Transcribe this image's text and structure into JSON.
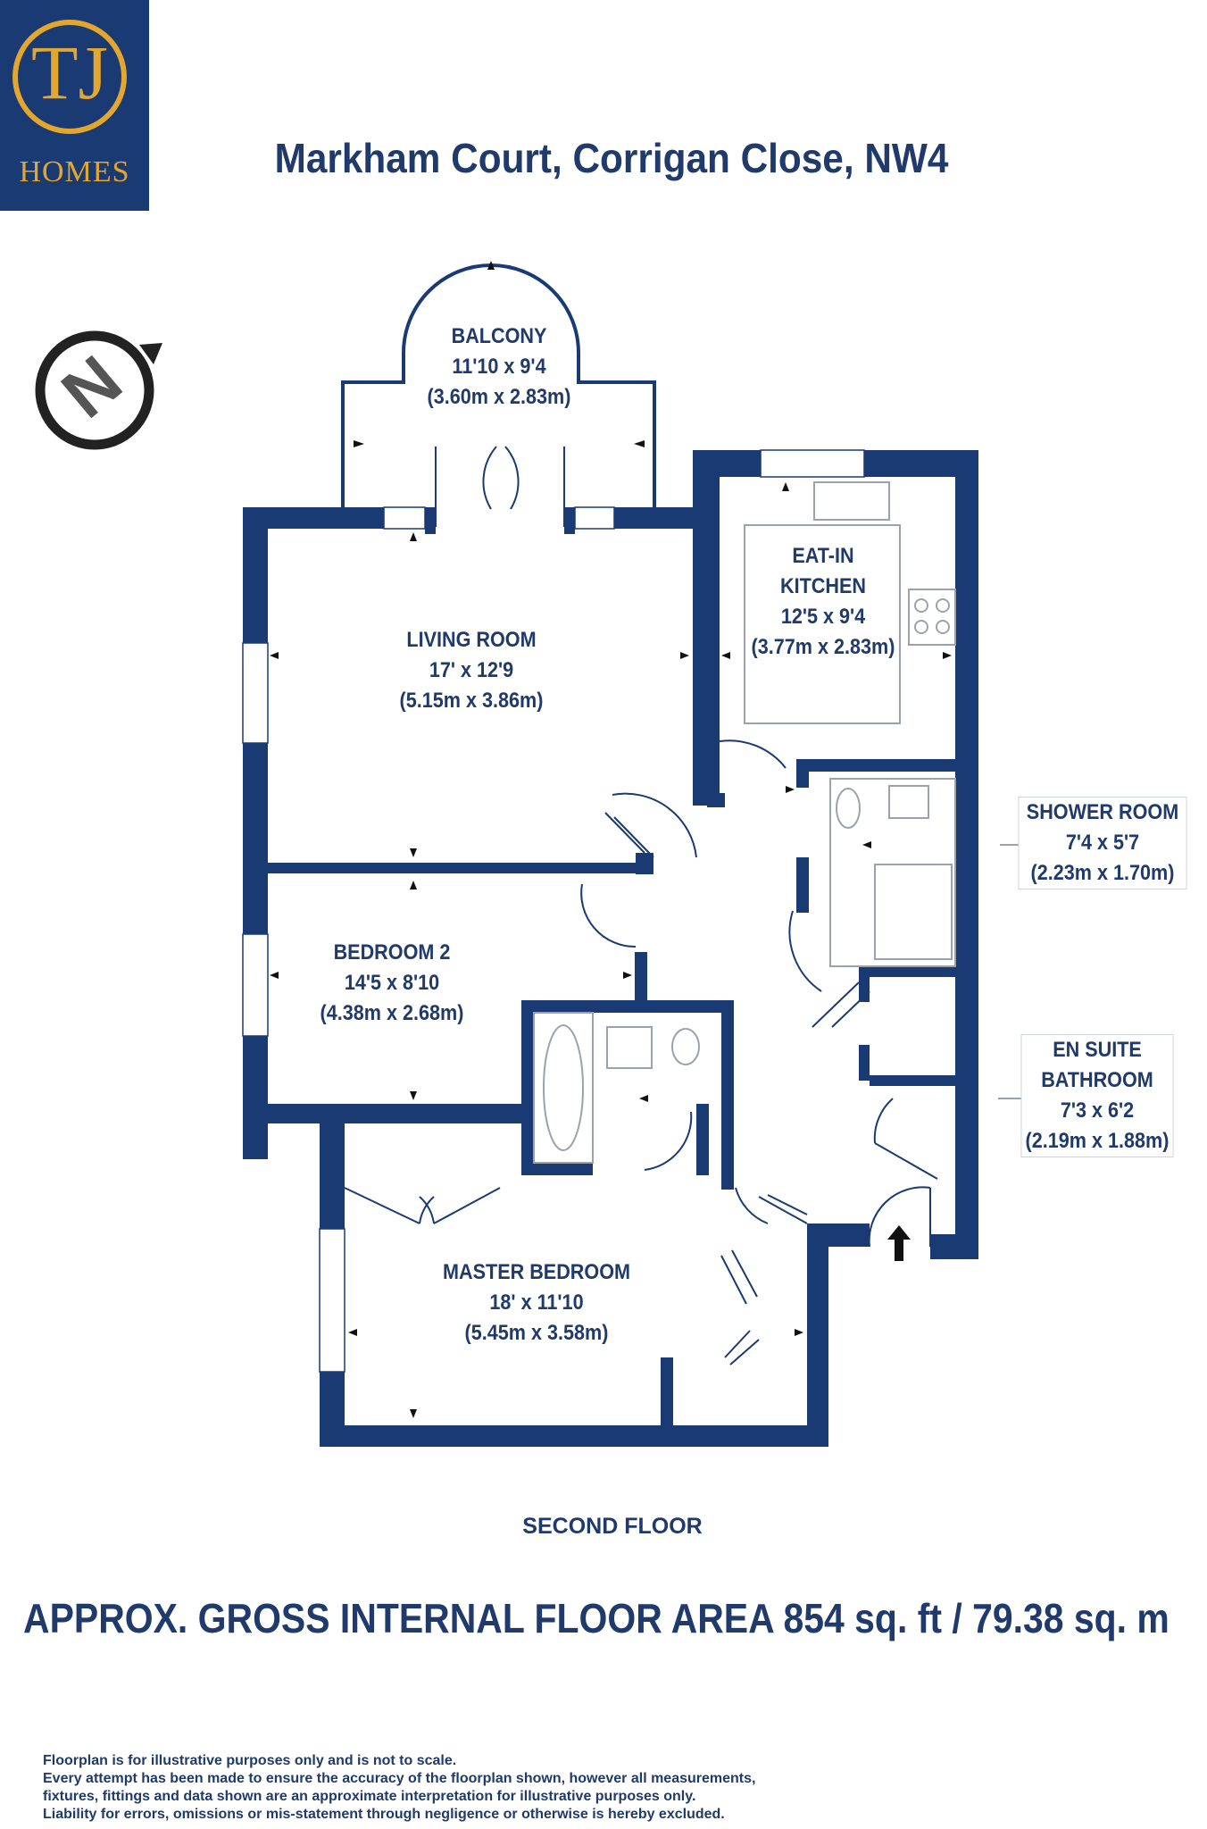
{
  "brand": {
    "monogram": "TJ",
    "name": "HOMES"
  },
  "title": "Markham Court, Corrigan Close, NW4",
  "compass": {
    "letter": "N",
    "icon": "north-compass-icon"
  },
  "rooms": [
    {
      "id": "balcony",
      "lines": [
        "BALCONY",
        "11'10 x 9'4",
        "(3.60m x 2.83m)"
      ]
    },
    {
      "id": "kitchen",
      "lines": [
        "EAT-IN",
        "KITCHEN",
        "12'5 x 9'4",
        "(3.77m x 2.83m)"
      ]
    },
    {
      "id": "living",
      "lines": [
        "LIVING ROOM",
        "17' x 12'9",
        "(5.15m x 3.86m)"
      ]
    },
    {
      "id": "shower",
      "lines": [
        "SHOWER ROOM",
        "7'4 x 5'7",
        "(2.23m x 1.70m)"
      ]
    },
    {
      "id": "bedroom2",
      "lines": [
        "BEDROOM 2",
        "14'5 x 8'10",
        "(4.38m x 2.68m)"
      ]
    },
    {
      "id": "ensuite",
      "lines": [
        "EN SUITE",
        "BATHROOM",
        "7'3 x 6'2",
        "(2.19m x 1.88m)"
      ]
    },
    {
      "id": "master",
      "lines": [
        "MASTER BEDROOM",
        "18' x 11'10",
        "(5.45m x 3.58m)"
      ]
    }
  ],
  "floor_label": "SECOND FLOOR",
  "area_label": "APPROX. GROSS INTERNAL FLOOR AREA 854 sq. ft / 79.38 sq. m",
  "disclaimer": [
    "Floorplan is for illustrative purposes only and is not to scale.",
    "Every attempt has been made to ensure the accuracy of the floorplan shown, however all measurements,",
    "fixtures, fittings and data shown are an approximate interpretation for illustrative purposes only.",
    "Liability for errors, omissions or mis-statement through negligence or otherwise is hereby excluded."
  ],
  "colors": {
    "wall": "#1a3a73",
    "text": "#1f3a6b",
    "logo_gold": "#e3a72f"
  }
}
